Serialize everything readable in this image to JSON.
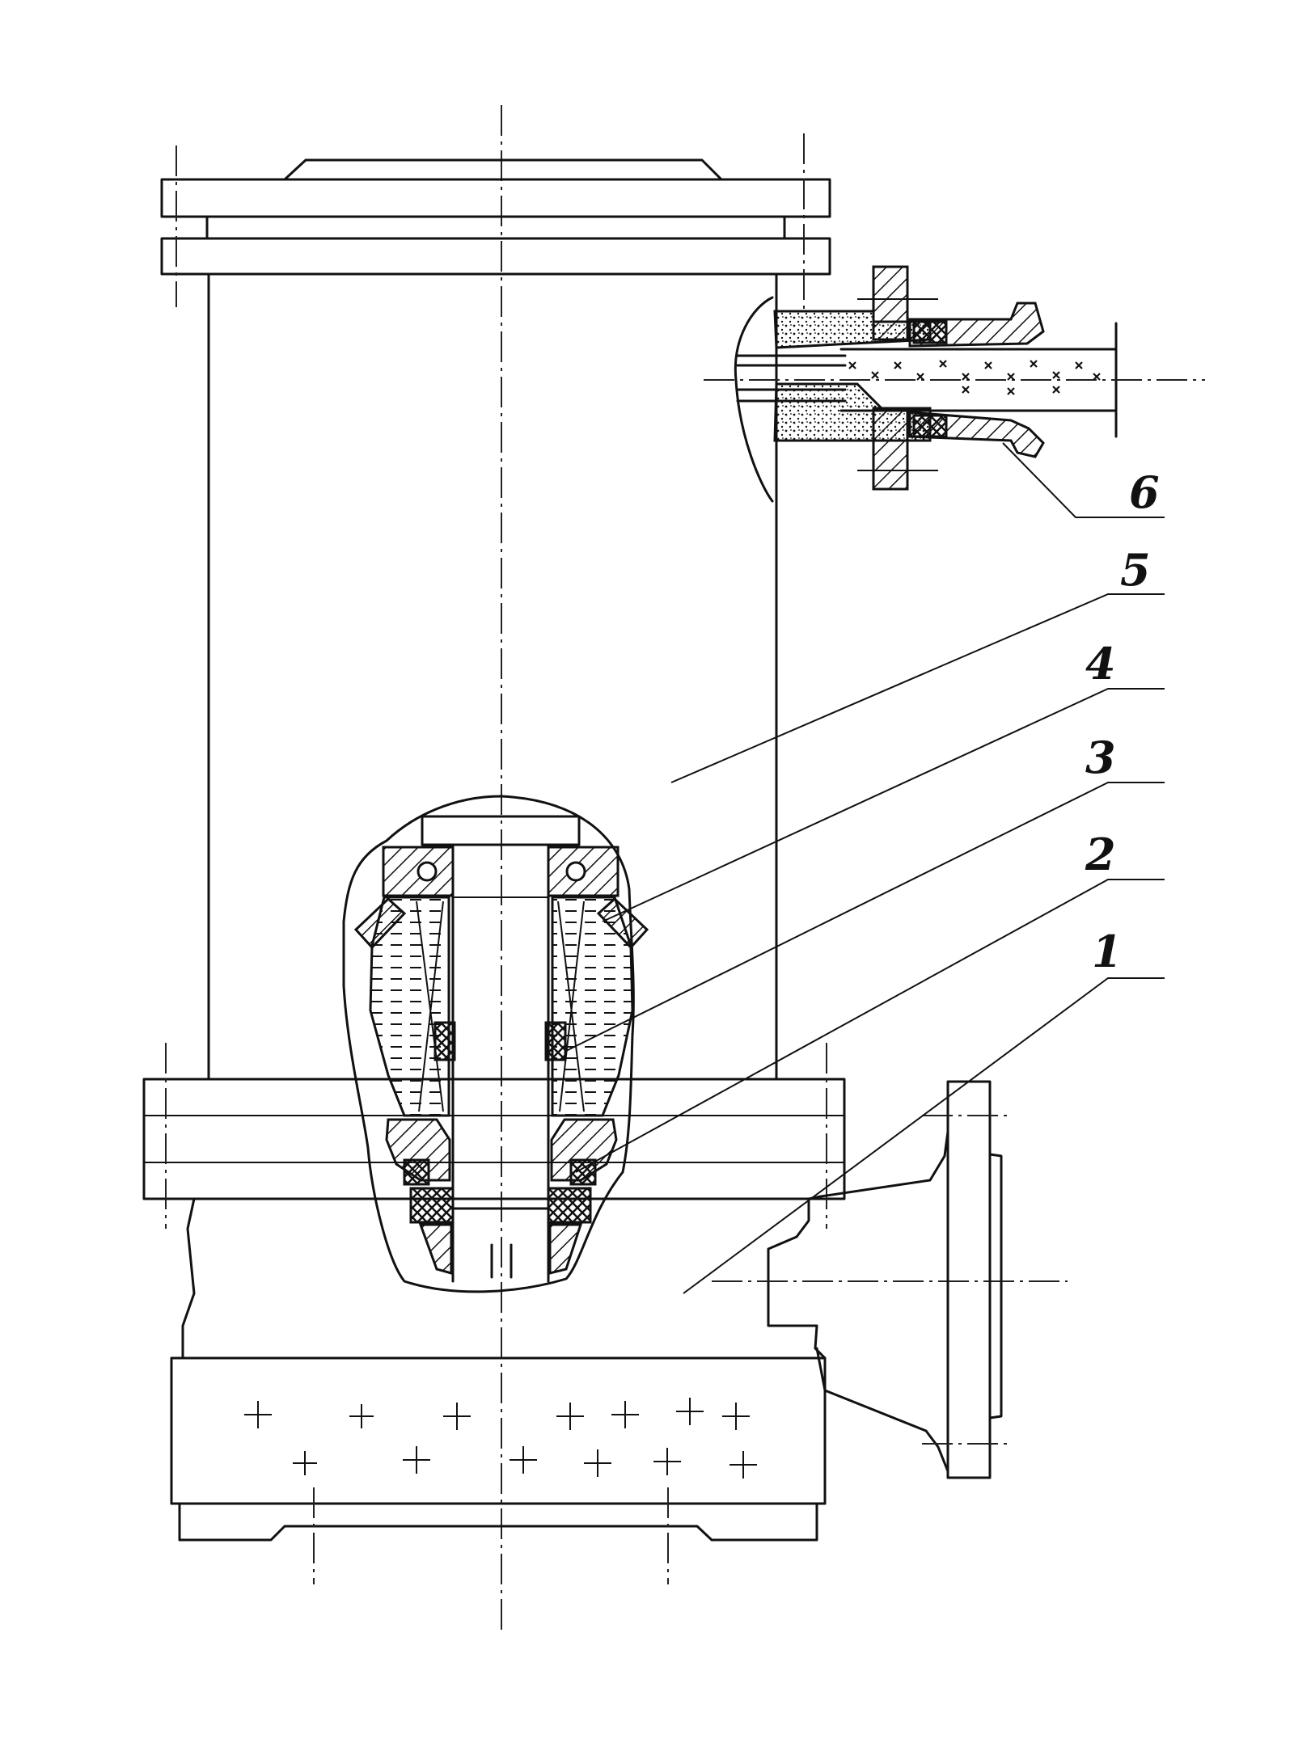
{
  "callouts": [
    {
      "id": "1",
      "text": "1"
    },
    {
      "id": "2",
      "text": "2"
    },
    {
      "id": "3",
      "text": "3"
    },
    {
      "id": "4",
      "text": "4"
    },
    {
      "id": "5",
      "text": "5"
    },
    {
      "id": "6",
      "text": "6"
    }
  ],
  "style": {
    "ink": "#111111",
    "paper": "#ffffff"
  }
}
